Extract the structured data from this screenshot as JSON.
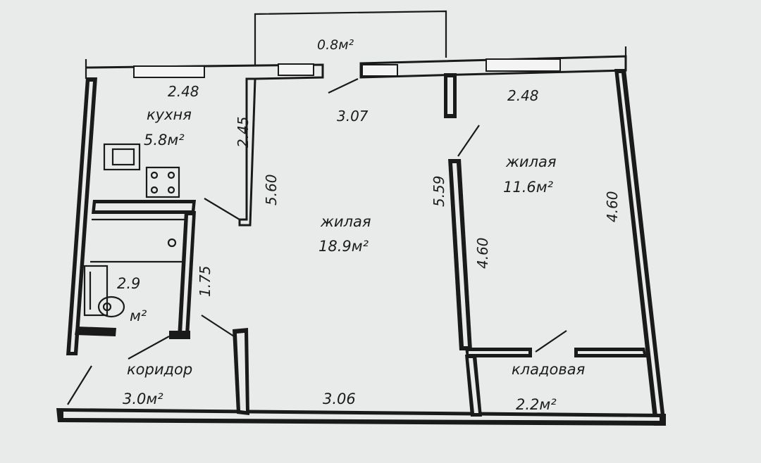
{
  "rooms": {
    "kitchen": {
      "name": "кухня",
      "area": "5.8м²",
      "width": "2.48",
      "depth": "2.45"
    },
    "living_main": {
      "name": "жилая",
      "area": "18.9м²",
      "width_top": "3.07",
      "width_bottom": "3.06",
      "depth_left": "5.60",
      "depth_right": "5.59"
    },
    "living_small": {
      "name": "жилая",
      "area": "11.6м²",
      "width": "2.48",
      "depth_left": "4.60",
      "depth_right": "4.60"
    },
    "balcony": {
      "area": "0.8м²"
    },
    "bathroom": {
      "area_value": "2.9",
      "area_unit": "м²",
      "depth": "1.75"
    },
    "corridor": {
      "name": "коридор",
      "area": "3.0м²"
    },
    "storage": {
      "name": "кладовая",
      "area": "2.2м²"
    }
  }
}
